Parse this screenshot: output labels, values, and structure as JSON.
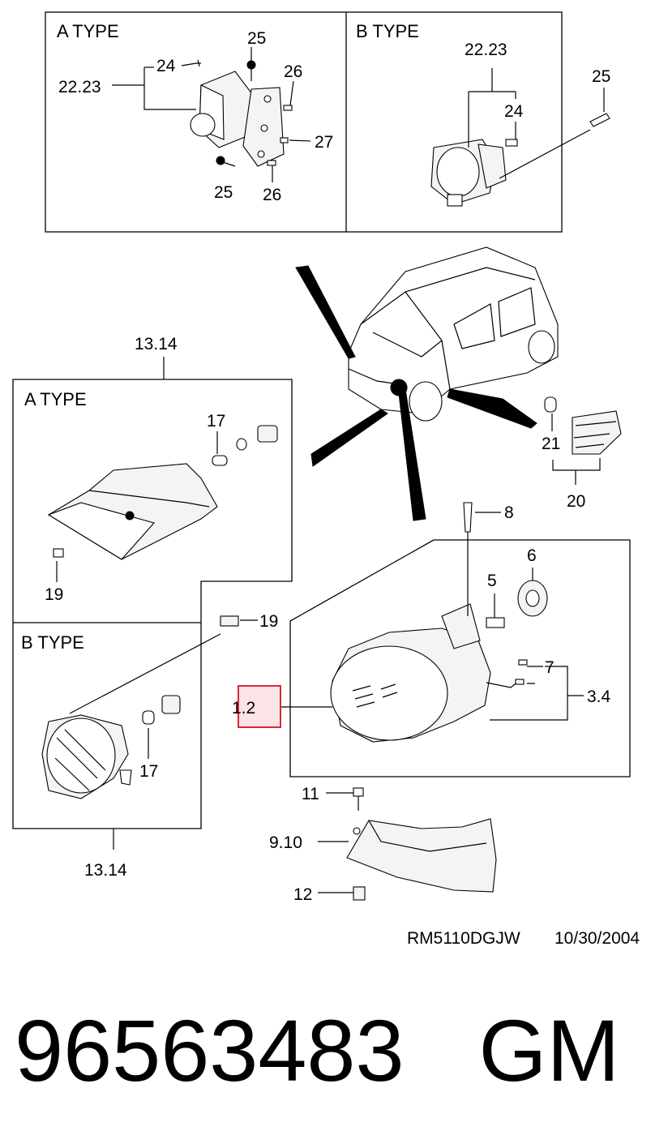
{
  "inset_top": {
    "a_type": "A TYPE",
    "b_type": "B TYPE"
  },
  "inset_left": {
    "a_type": "A TYPE",
    "b_type": "B TYPE"
  },
  "labels": {
    "l_22_23_a": "22.23",
    "l_24_a": "24",
    "l_25_a_top": "25",
    "l_26_a_top": "26",
    "l_27": "27",
    "l_25_a_bot": "25",
    "l_26_a_bot": "26",
    "l_22_23_b": "22.23",
    "l_24_b": "24",
    "l_25_b": "25",
    "l_13_14_top": "13.14",
    "l_17_a": "17",
    "l_19_a": "19",
    "l_19_b": "19",
    "l_17_b": "17",
    "l_13_14_bot": "13.14",
    "l_21": "21",
    "l_20": "20",
    "l_8": "8",
    "l_6": "6",
    "l_5": "5",
    "l_7": "7",
    "l_3_4": "3.4",
    "l_1_2": "1.2",
    "l_11": "11",
    "l_9_10": "9.10",
    "l_12": "12"
  },
  "footer": {
    "code": "RM5110DGJW",
    "date": "10/30/2004"
  },
  "part": {
    "number": "96563483",
    "brand": "GM"
  },
  "highlight_color": "#d9293a"
}
